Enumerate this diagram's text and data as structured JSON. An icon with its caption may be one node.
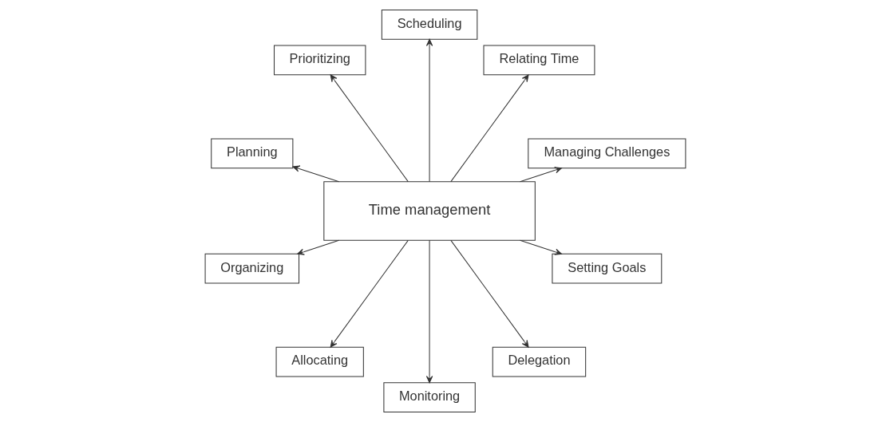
{
  "diagram": {
    "nodes": [
      {
        "text": [
          "Managing Challenges"
        ]
      },
      {
        "text": [
          "Relating Time"
        ]
      },
      {
        "text": [
          "Scheduling"
        ]
      },
      {
        "text": [
          "Prioritizing"
        ]
      },
      {
        "text": [
          "Planning"
        ]
      },
      {
        "text": [
          "Time management"
        ]
      },
      {
        "text": [
          "Organizing"
        ]
      },
      {
        "text": [
          "Allocating"
        ]
      },
      {
        "text": [
          "Monitoring"
        ]
      },
      {
        "text": [
          "Delegation"
        ]
      },
      {
        "text": [
          "Setting Goals"
        ]
      }
    ],
    "edges": [
      {
        "from": 5,
        "to": 1,
        "arrow": "to"
      },
      {
        "from": 5,
        "to": 0,
        "arrow": "to"
      },
      {
        "from": 5,
        "to": 2,
        "arrow": "to"
      },
      {
        "from": 5,
        "to": 3,
        "arrow": "to"
      },
      {
        "from": 5,
        "to": 4,
        "arrow": "to"
      },
      {
        "from": 5,
        "to": 6,
        "arrow": "to"
      },
      {
        "from": 5,
        "to": 7,
        "arrow": "to"
      },
      {
        "from": 5,
        "to": 10,
        "arrow": "to"
      },
      {
        "from": 5,
        "to": 8,
        "arrow": "to"
      },
      {
        "from": 5,
        "to": 9,
        "arrow": "to"
      }
    ]
  }
}
